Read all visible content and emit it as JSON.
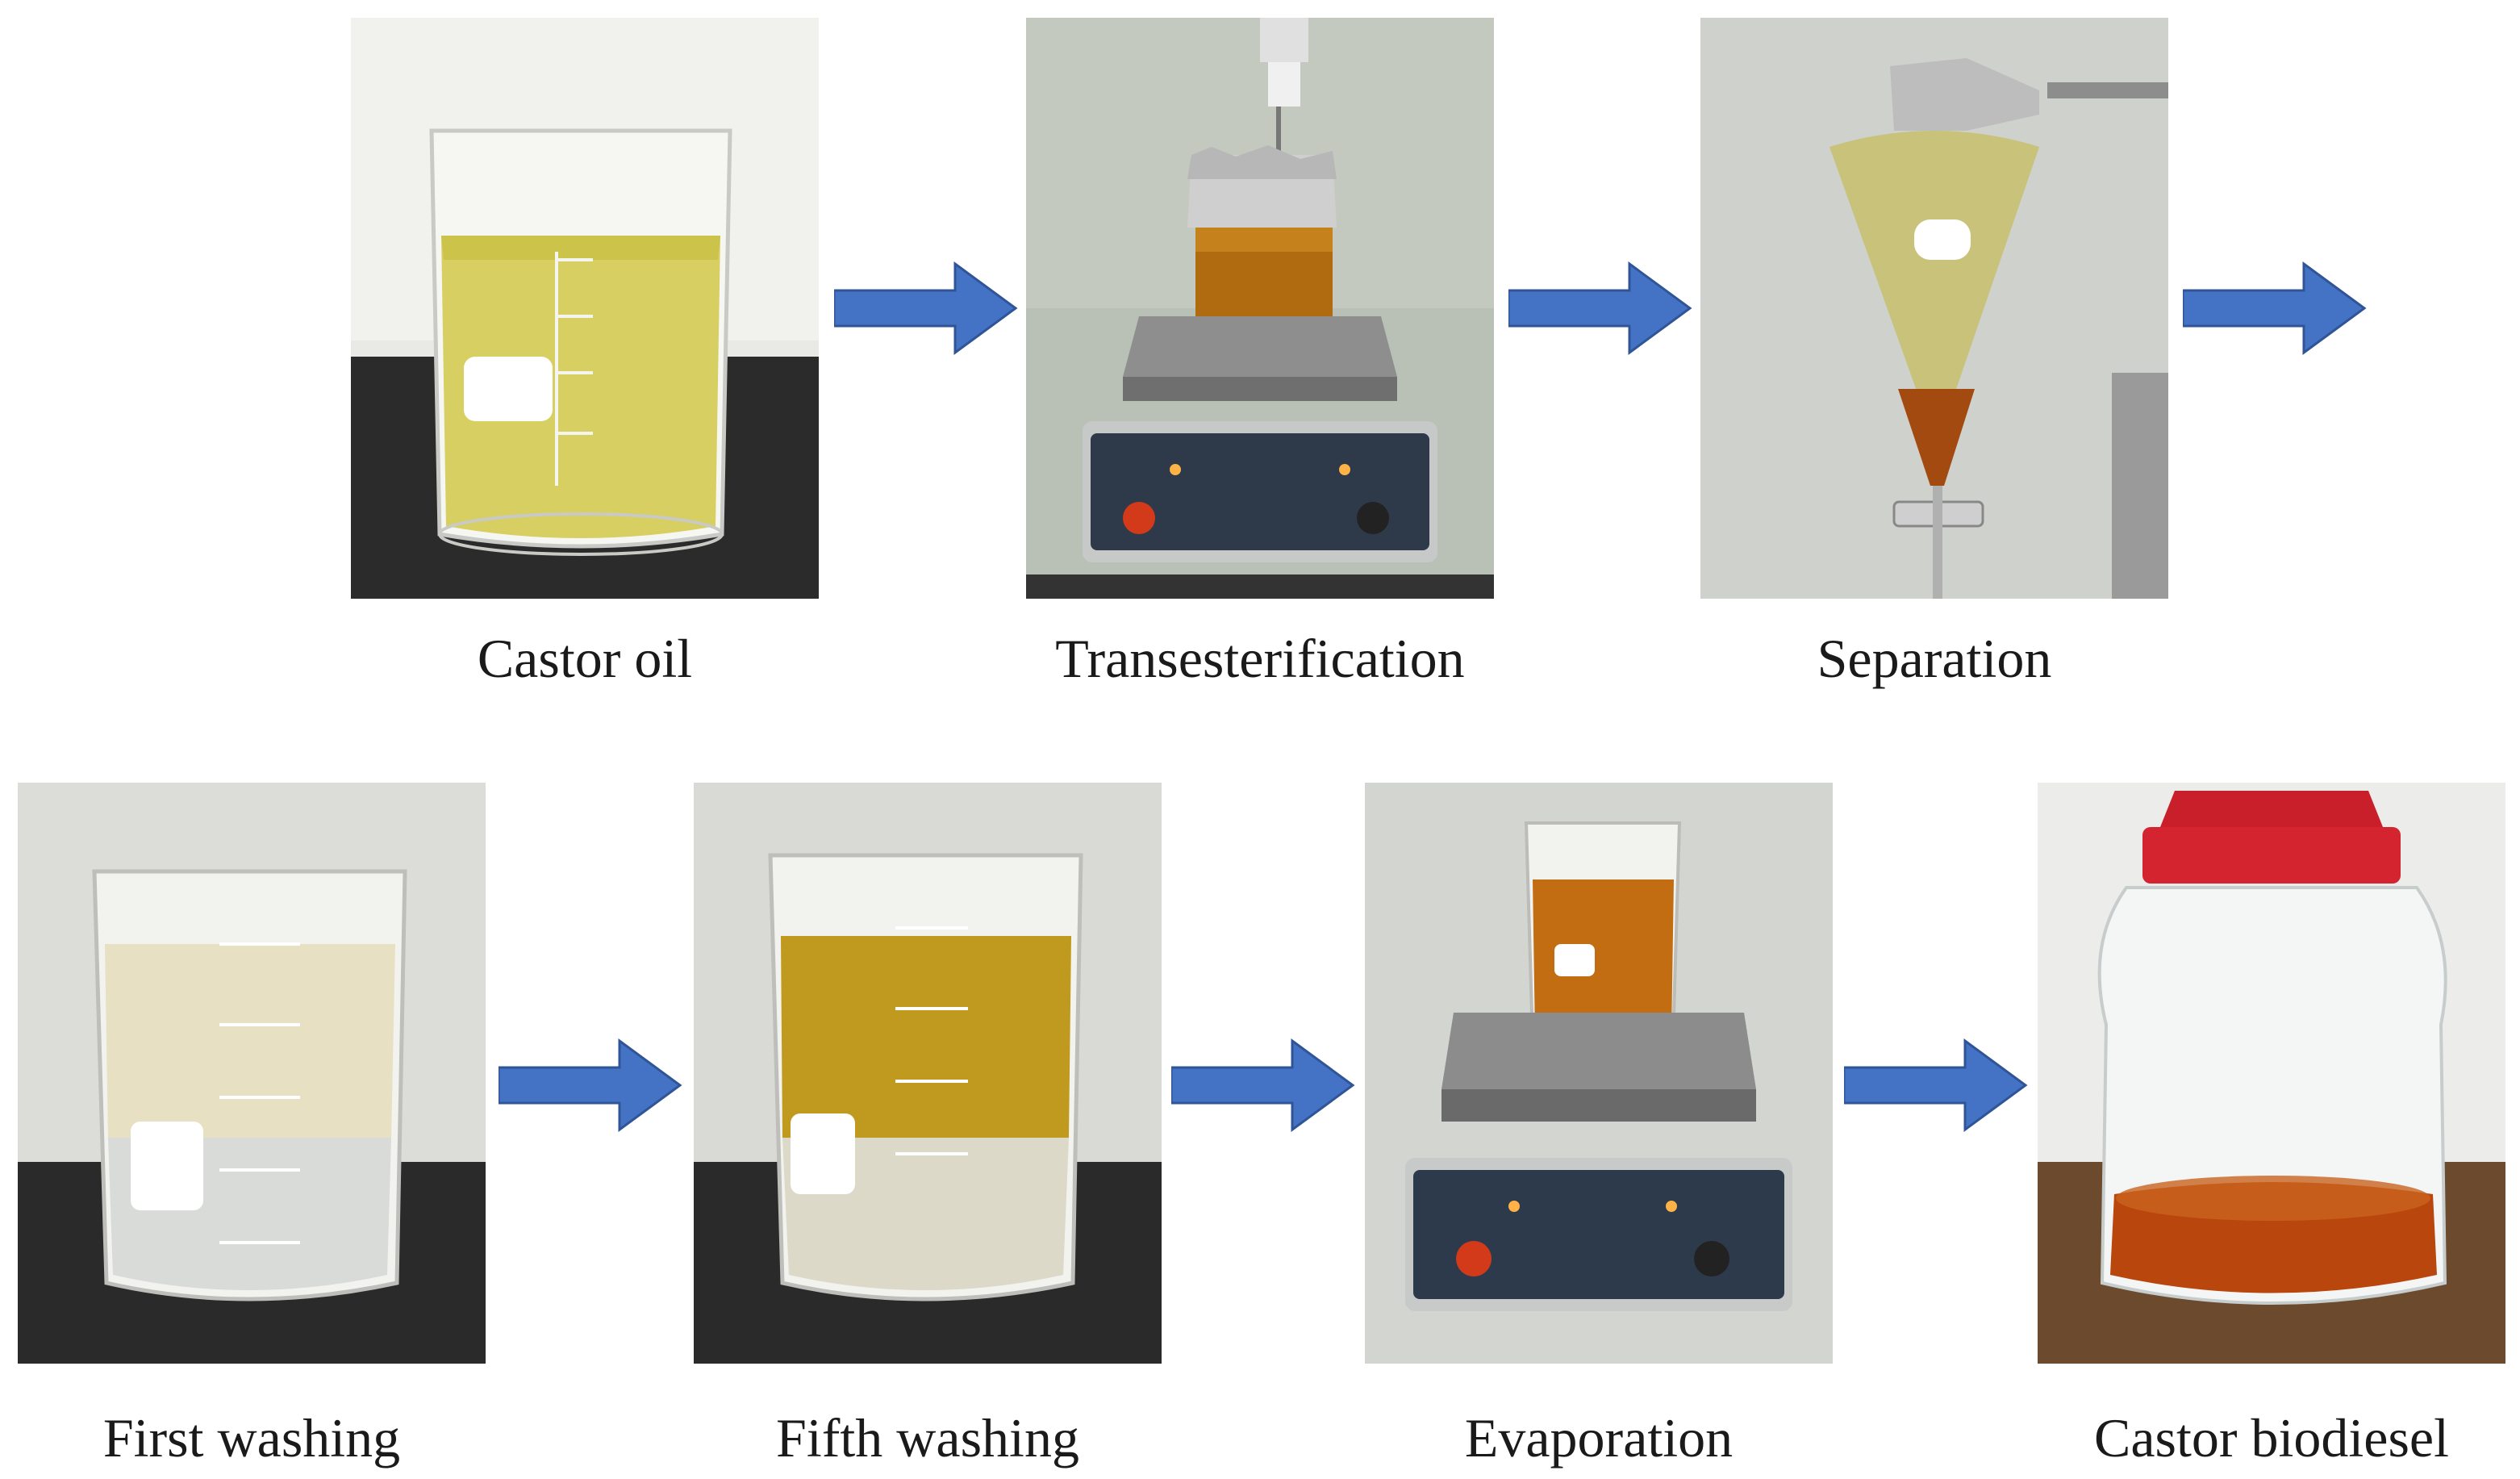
{
  "steps": [
    {
      "label": "Castor oil"
    },
    {
      "label": "Transesterification"
    },
    {
      "label": "Separation"
    },
    {
      "label": "First washing"
    },
    {
      "label": "Fifth washing"
    },
    {
      "label": "Evaporation"
    },
    {
      "label": "Castor biodiesel"
    }
  ],
  "colors": {
    "arrow": "#4472C4",
    "arrow_edge": "#2F5597"
  }
}
